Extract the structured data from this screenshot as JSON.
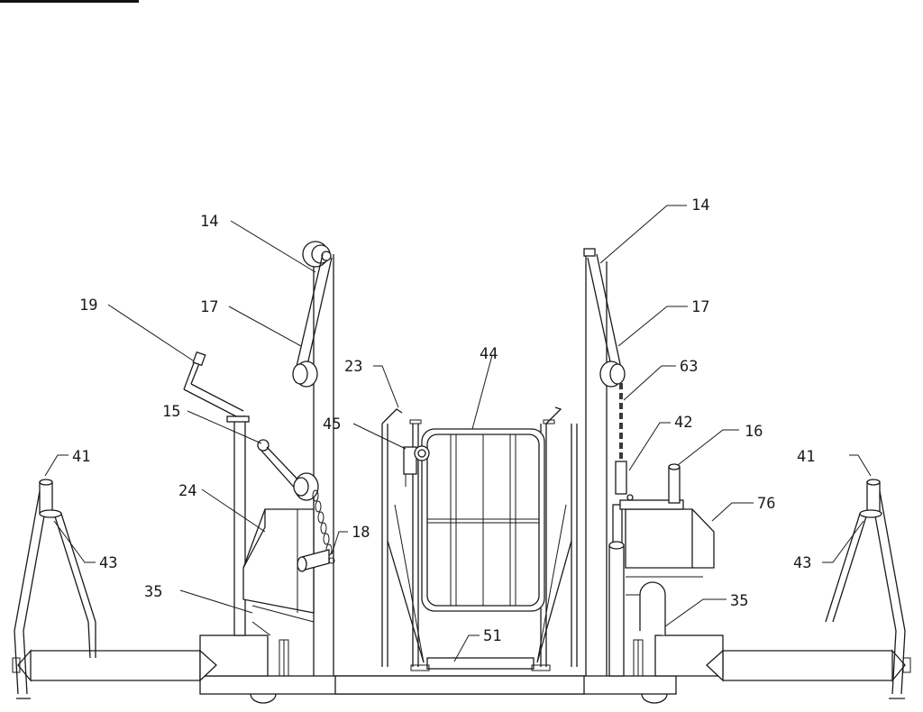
{
  "labels": {
    "l14_left": "14",
    "l14_right": "14",
    "l17_left": "17",
    "l17_right": "17",
    "l19": "19",
    "l15": "15",
    "l23": "23",
    "l44": "44",
    "l45": "45",
    "l63": "63",
    "l42": "42",
    "l16": "16",
    "l41_left": "41",
    "l41_right": "41",
    "l43_left": "43",
    "l43_right": "43",
    "l24": "24",
    "l18": "18",
    "l76": "76",
    "l35_left": "35",
    "l35_right": "35",
    "l51": "51"
  },
  "colors": {
    "line": "#1a1a1a",
    "background": "#ffffff"
  }
}
